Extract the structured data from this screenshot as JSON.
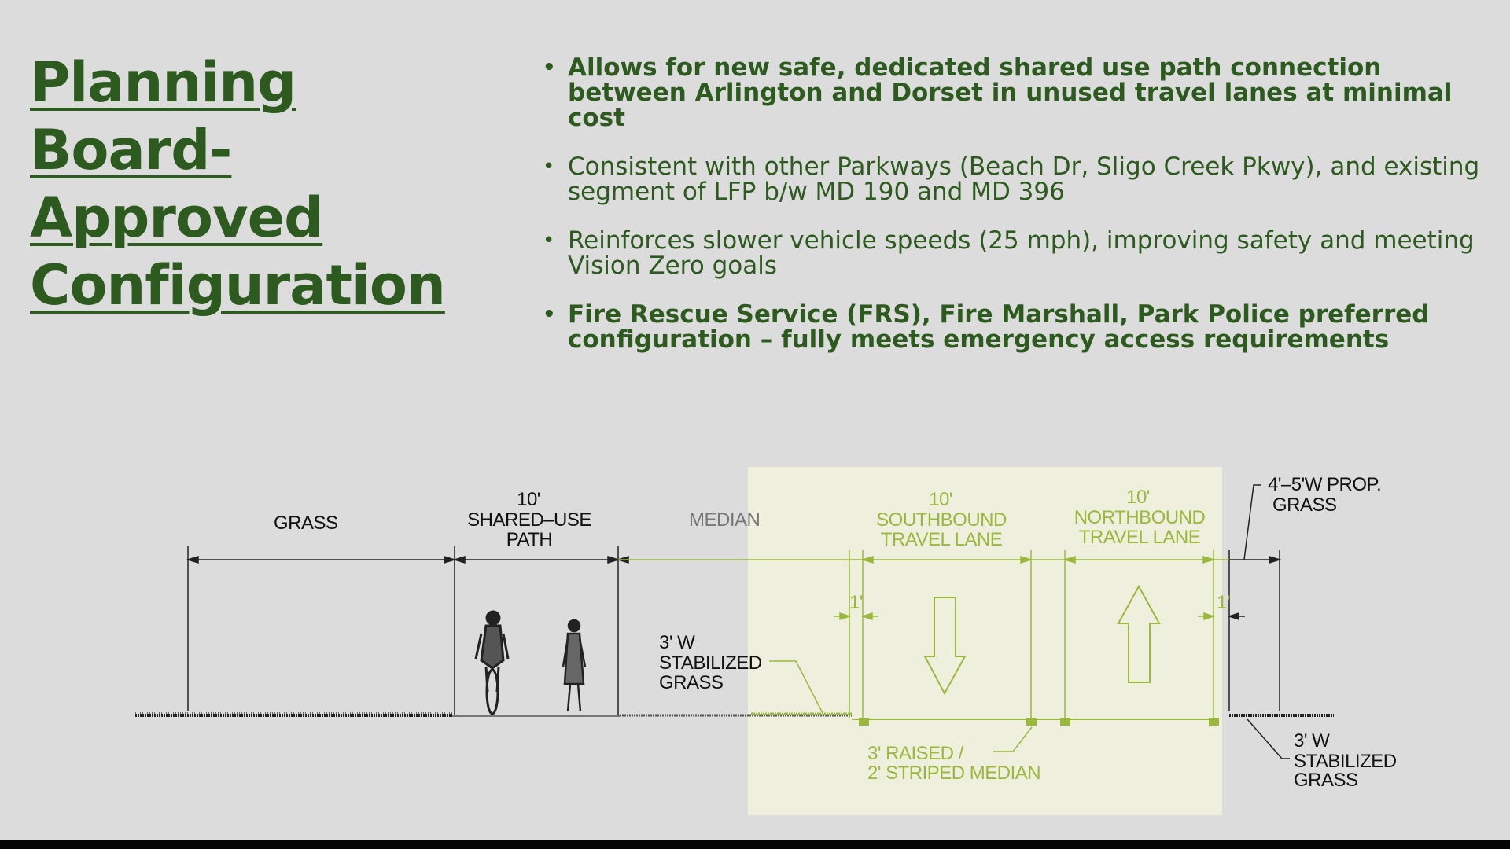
{
  "slide": {
    "title_lines": [
      "Planning Board-",
      "Approved",
      "Configuration"
    ],
    "bullets": [
      {
        "text": "Allows for new safe, dedicated shared use path connection between Arlington and Dorset in unused travel lanes at minimal cost",
        "bold": true
      },
      {
        "text": "Consistent with other Parkways (Beach Dr, Sligo Creek Pkwy), and existing segment of LFP b/w MD 190 and MD 396",
        "bold": false
      },
      {
        "text": "Reinforces slower vehicle speeds (25 mph), improving safety and meeting Vision Zero goals",
        "bold": false
      },
      {
        "text": "Fire Rescue Service (FRS), Fire Marshall, Park Police preferred configuration – fully meets emergency access requirements",
        "bold": true
      }
    ]
  },
  "diagram": {
    "labels": {
      "grass": "GRASS",
      "path_width": "10'",
      "path_line1": "SHARED–USE",
      "path_line2": "PATH",
      "median": "MEDIAN",
      "sb_width": "10'",
      "sb_line1": "SOUTHBOUND",
      "sb_line2": "TRAVEL  LANE",
      "nb_width": "10'",
      "nb_line1": "NORTHBOUND",
      "nb_line2": "TRAVEL  LANE",
      "prop_line1": "4'–5'W   PROP.",
      "prop_line2": "GRASS",
      "left_stab_1": "3' W",
      "left_stab_2": "STABILIZED",
      "left_stab_3": "GRASS",
      "one_ft_left": "1'",
      "one_ft_right": "1'",
      "raised_1": "3'  RAISED  /",
      "raised_2": "2'  STRIPED   MEDIAN",
      "right_stab_1": "3' W",
      "right_stab_2": "STABILIZED",
      "right_stab_3": "GRASS"
    },
    "colors": {
      "title": "#2d5a1e",
      "accent": "#9ab83c",
      "highlight": "#eef0dd",
      "background": "#dcdcdc"
    }
  }
}
